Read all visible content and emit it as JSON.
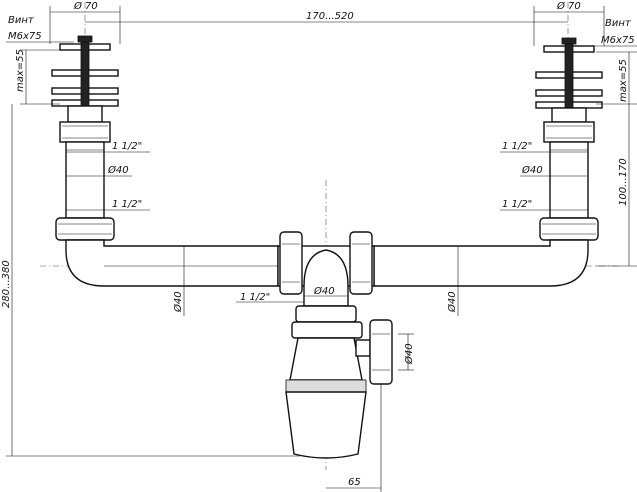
{
  "labels": {
    "screw_left_1": "Винт",
    "screw_left_2": "M6x75",
    "screw_right_1": "Винт",
    "screw_right_2": "M6x75",
    "dia70_left": "Ø 70",
    "dia70_right": "Ø 70",
    "span": "170...520",
    "max55_left": "max=55",
    "max55_right": "max=55",
    "thread_l1": "1 1/2\"",
    "thread_l2": "1 1/2\"",
    "thread_r1": "1 1/2\"",
    "thread_r2": "1 1/2\"",
    "dia40_l": "Ø40",
    "dia40_r": "Ø40",
    "height_r": "100...170",
    "height_l": "280...380",
    "dia40_pipe_l": "Ø40",
    "dia40_pipe_r": "Ø40",
    "dia40_center": "Ø40",
    "thread_center": "1 1/2\"",
    "dia40_outlet": "Ø40",
    "dim65": "65"
  }
}
